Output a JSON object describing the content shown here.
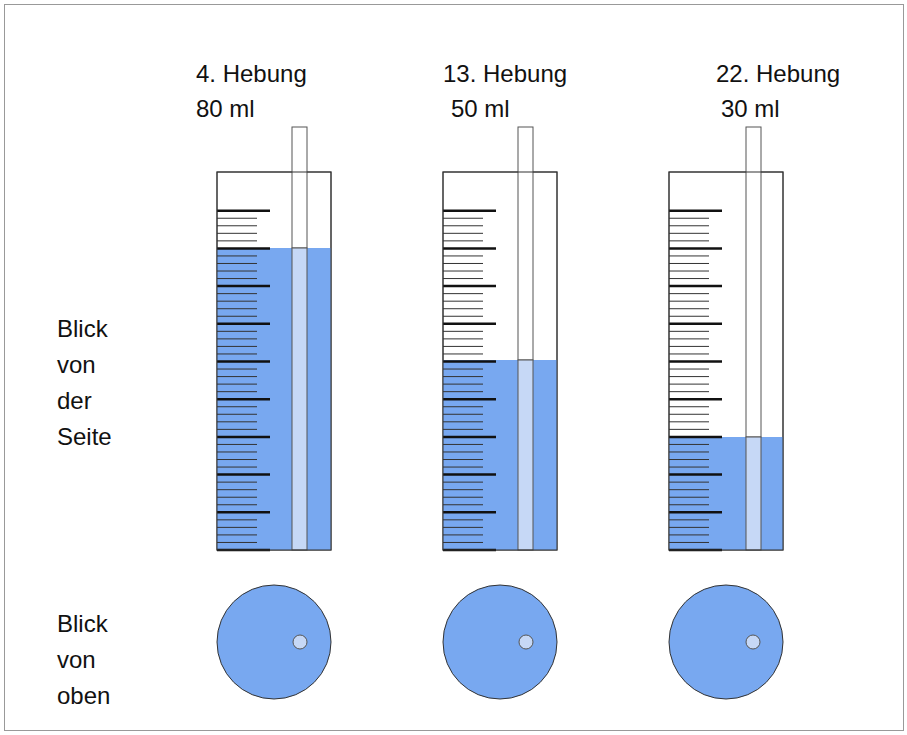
{
  "diagram": {
    "labels": [
      "4. Hebung",
      "80 ml",
      "13. Hebung",
      "50 ml",
      "22. Hebung",
      "30 ml",
      "Blick von der Seite",
      "Blick von oben"
    ]
  }
}
